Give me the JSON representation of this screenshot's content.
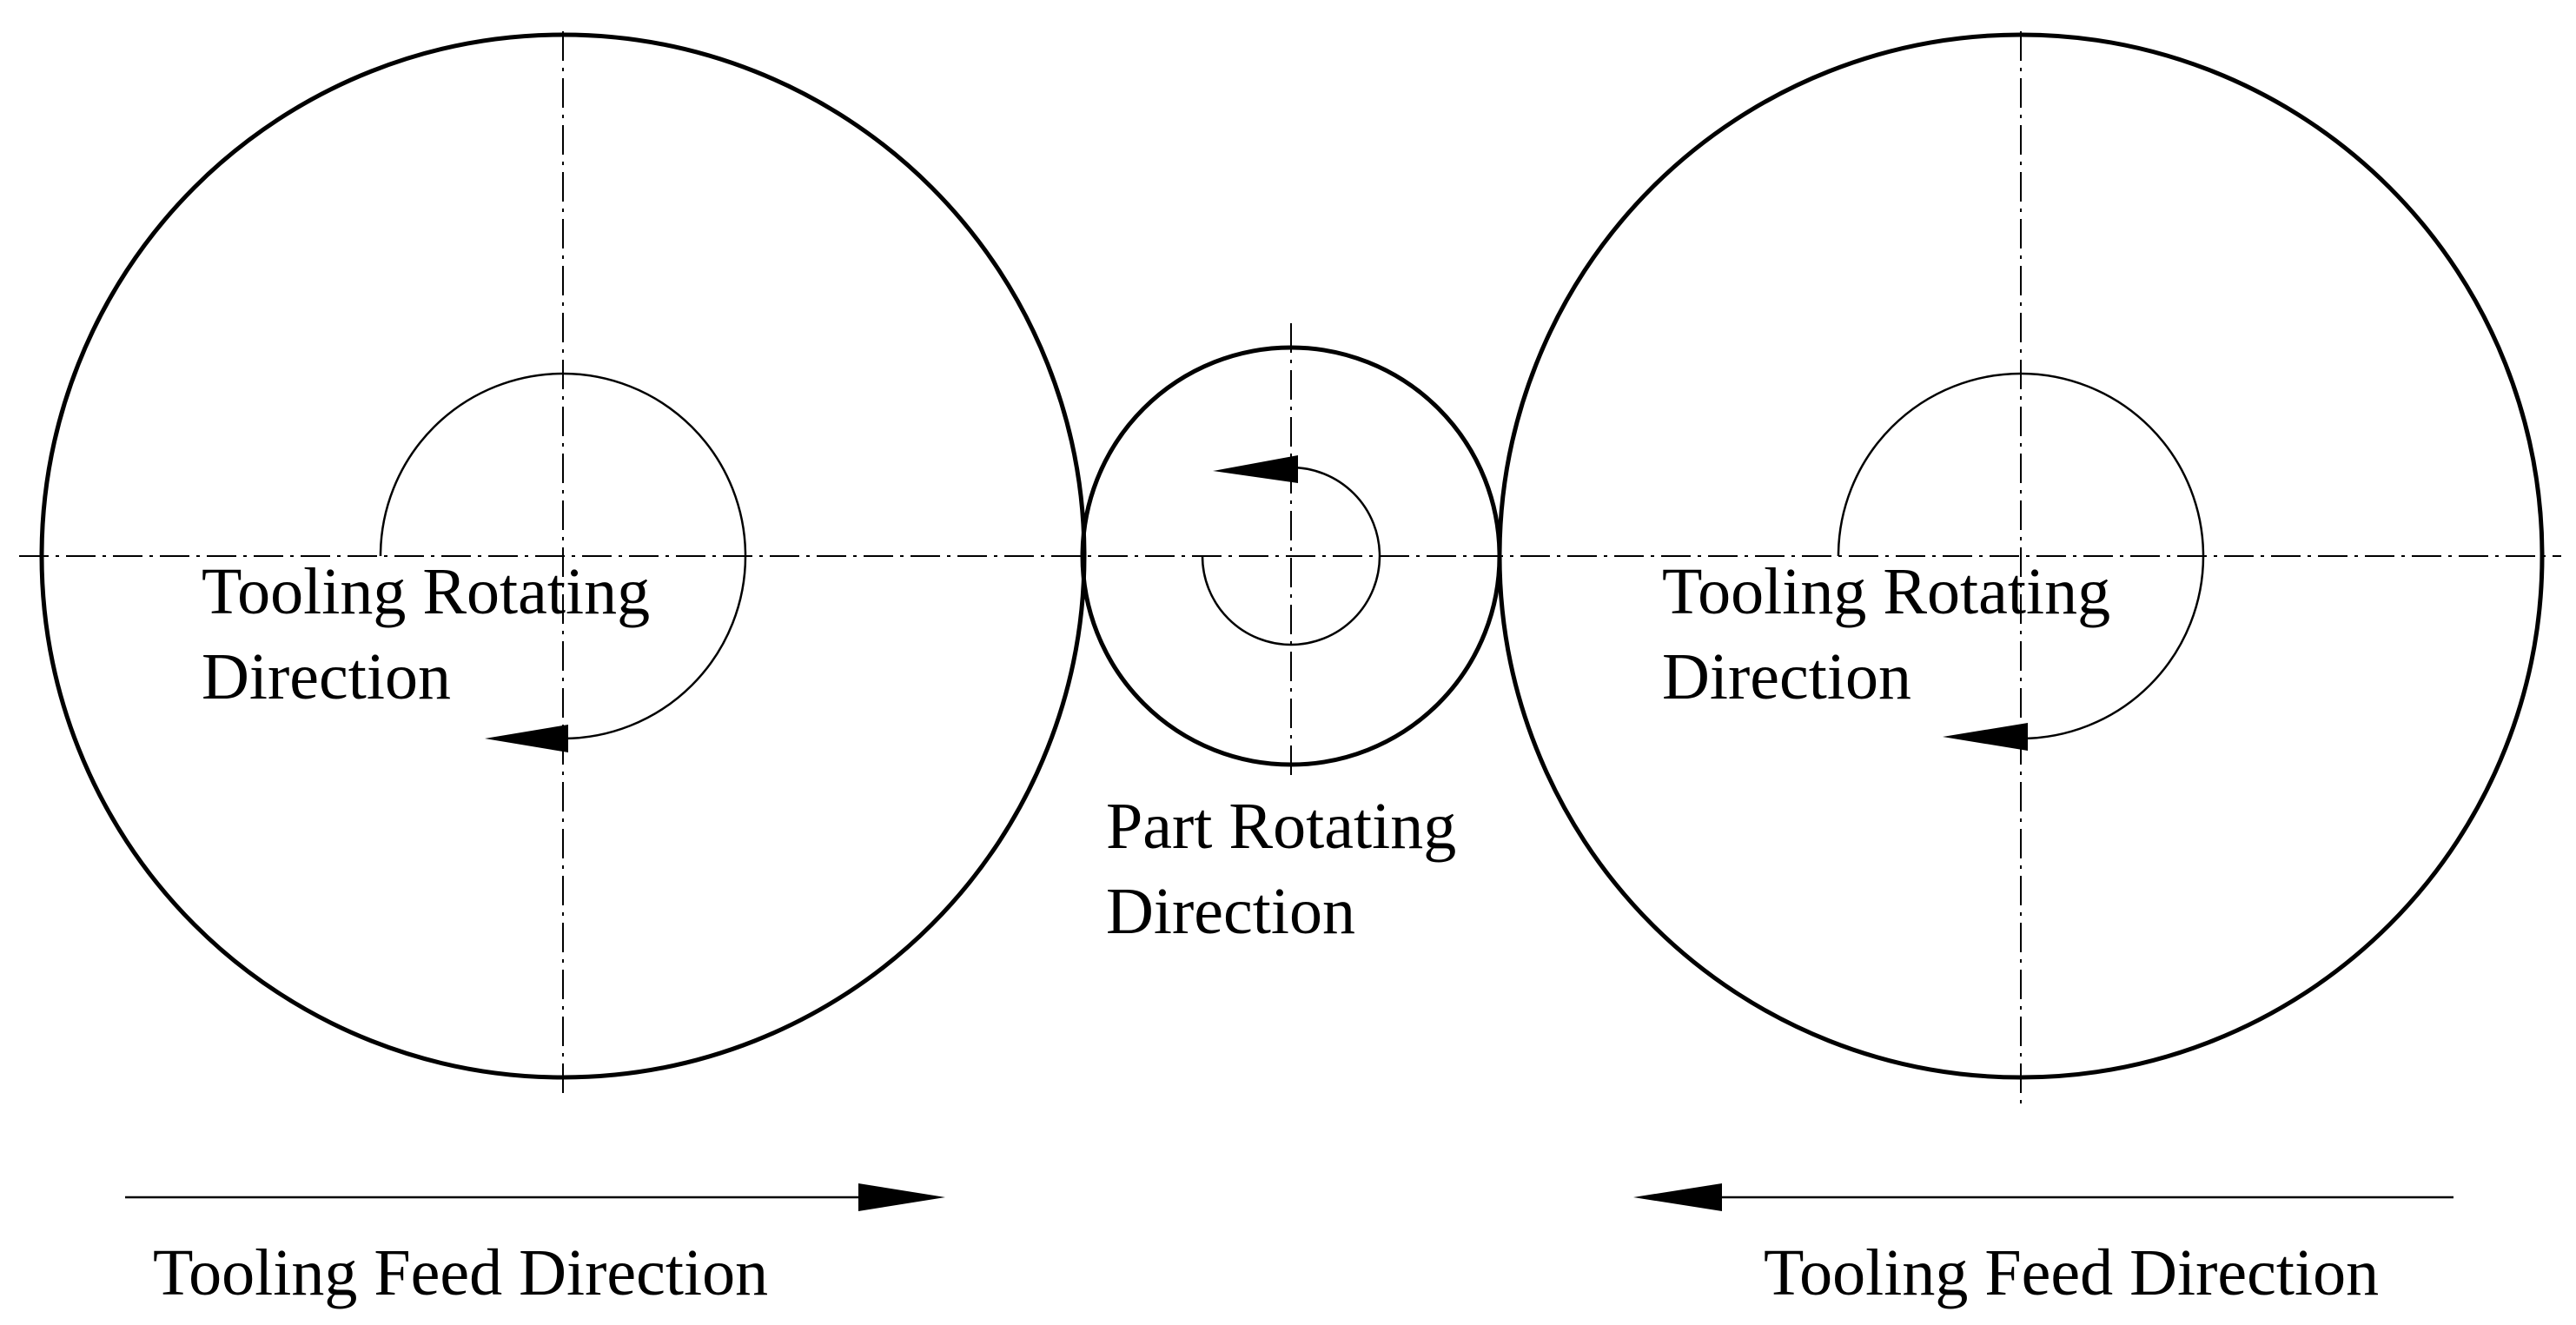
{
  "labels": {
    "left_tooling_rotating_line1": "Tooling Rotating",
    "left_tooling_rotating_line2": "Direction",
    "right_tooling_rotating_line1": "Tooling Rotating",
    "right_tooling_rotating_line2": "Direction",
    "part_rotating_line1": "Part Rotating",
    "part_rotating_line2": "Direction",
    "left_feed": "Tooling Feed Direction",
    "right_feed": "Tooling Feed Direction"
  },
  "colors": {
    "stroke": "#000000",
    "background": "#ffffff"
  }
}
